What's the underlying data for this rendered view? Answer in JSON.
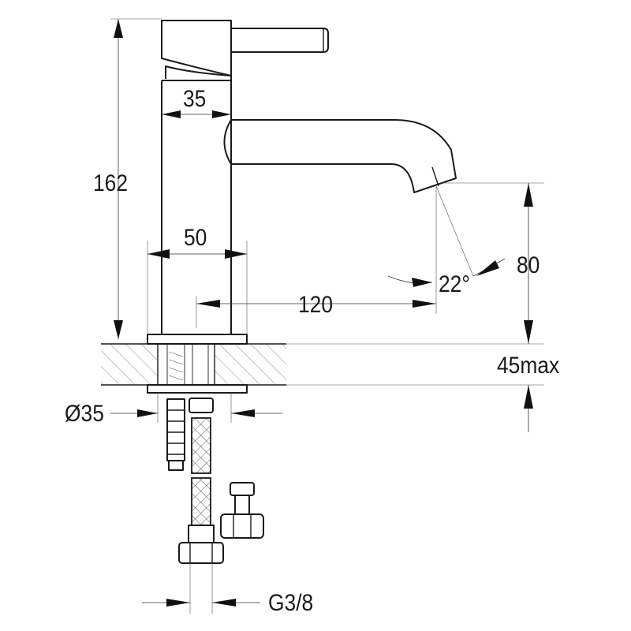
{
  "drawing": {
    "dimensions": {
      "total_height": "162",
      "spout_base_width": "35",
      "base_width": "50",
      "spout_reach": "120",
      "spout_angle": "22°",
      "spout_clearance": "80",
      "max_deck_thickness": "45max",
      "deck_hole_diameter": "Ø35",
      "connection_thread": "G3/8"
    }
  }
}
